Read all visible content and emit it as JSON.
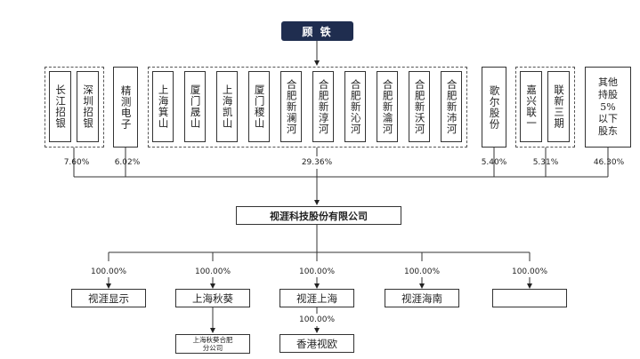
{
  "top_entity": "顾 铁",
  "shareholders": [
    {
      "id": "changjiang",
      "label": "长江招银"
    },
    {
      "id": "shenzhen",
      "label": "深圳招银"
    },
    {
      "id": "jingce",
      "label": "精测电子"
    },
    {
      "id": "shanghai-jishan",
      "label": "上海箕山"
    },
    {
      "id": "xiamen-shengshan",
      "label": "厦门晟山"
    },
    {
      "id": "shanghai-kaishan",
      "label": "上海凯山"
    },
    {
      "id": "xiamen-jishan",
      "label": "厦门稷山"
    },
    {
      "id": "hefei-xinlan",
      "label": "合肥新澜河"
    },
    {
      "id": "hefei-xinchun",
      "label": "合肥新淳河"
    },
    {
      "id": "hefei-xinqin",
      "label": "合肥新沁河"
    },
    {
      "id": "hefei-xinyu",
      "label": "合肥新瀹河"
    },
    {
      "id": "hefei-xinwo",
      "label": "合肥新沃河"
    },
    {
      "id": "hefei-xinpei",
      "label": "合肥新沛河"
    },
    {
      "id": "goer",
      "label": "歌尔股份"
    },
    {
      "id": "jiaxing-lianyi",
      "label": "嘉兴联一"
    },
    {
      "id": "lianxin-sanqi",
      "label": "联新三期"
    },
    {
      "id": "others",
      "label": "其他持股5%以下股东"
    }
  ],
  "shareholder_pcts": {
    "zhaoyin": "7.60%",
    "jingce": "6.02%",
    "group": "29.36%",
    "goer": "5.40%",
    "lianxin": "5.31%",
    "others": "46.30%"
  },
  "company": "视涯科技股份有限公司",
  "subsidiaries": [
    {
      "label": "视涯显示",
      "pct": "100.00%"
    },
    {
      "label": "上海秋葵",
      "pct": "100.00%"
    },
    {
      "label": "视涯上海",
      "pct": "100.00%"
    },
    {
      "label": "视涯海南",
      "pct": "100.00%"
    },
    {
      "label": "",
      "pct": "100.00%"
    }
  ],
  "sub_level2": {
    "branch_line1": "上海秋葵合肥",
    "branch_line2": "分公司",
    "hk_label": "香港视欧",
    "hk_pct": "100.00%"
  }
}
